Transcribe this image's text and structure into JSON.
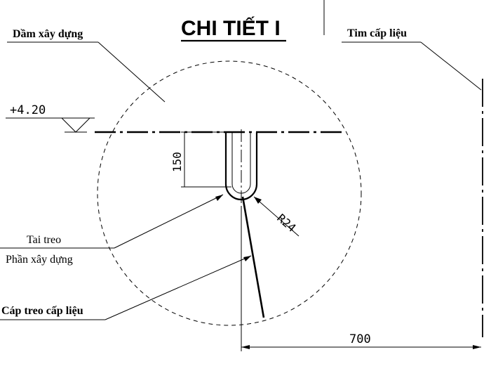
{
  "title": "CHI TIẾT I",
  "labels": {
    "beam": "Dầm xây dựng",
    "feed_axis": "Tim cấp liệu",
    "lug": "Tai treo",
    "structure_part": "Phần xây dựng",
    "feed_cable": "Cáp treo cấp liệu"
  },
  "elevation": "+4.20",
  "dimensions": {
    "depth": "150",
    "radius": "R24",
    "offset": "700"
  }
}
